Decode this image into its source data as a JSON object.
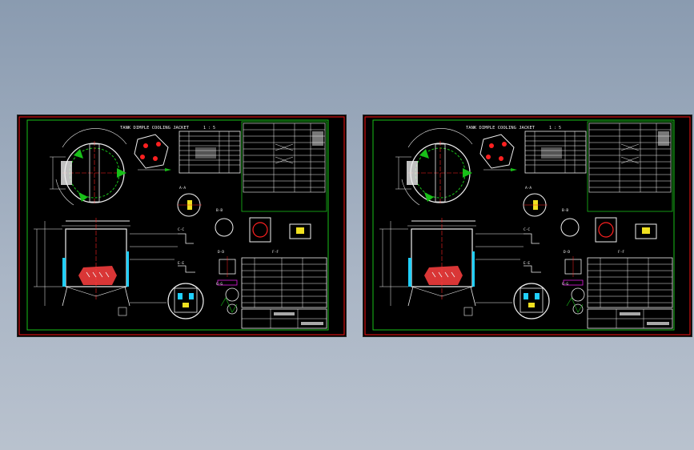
{
  "sheets": [
    {
      "id": "left",
      "drawing_title": "TANK DIMPLE COOLING JACKET",
      "scale_label": "1 : 5",
      "detail_labels": [
        "A-A",
        "B-B",
        "C-C",
        "D-D",
        "E-E",
        "F-F",
        "G-G"
      ]
    },
    {
      "id": "right",
      "drawing_title": "TANK DIMPLE COOLING JACKET",
      "scale_label": "1 : 5",
      "detail_labels": [
        "A-A",
        "B-B",
        "C-C",
        "D-D",
        "E-E",
        "F-F",
        "G-G"
      ]
    }
  ],
  "colors": {
    "border": "#d01010",
    "frame": "#18c018",
    "lines": "#f0f0f0",
    "accent_red": "#ff2020",
    "accent_cyan": "#20d0ff",
    "accent_yellow": "#f0e020",
    "accent_magenta": "#e020e0",
    "background": "#000000"
  }
}
